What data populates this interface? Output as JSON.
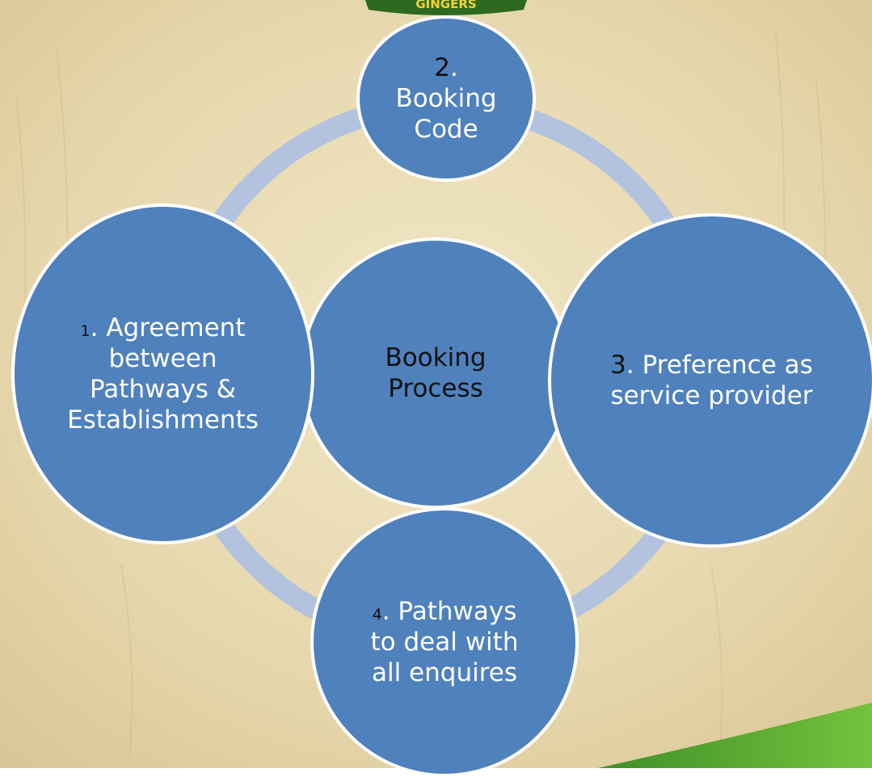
{
  "colors": {
    "background": "#e9dcb4",
    "ring": "#b3c3df",
    "node_fill": "#4f81bd",
    "node_border": "#ffffff",
    "accent_green": "#58b030"
  },
  "logo": {
    "text": "GINGERS"
  },
  "diagram": {
    "center": {
      "line1": "Booking",
      "line2": "Process"
    },
    "top": {
      "number": "2",
      "line1": "Booking",
      "line2": "Code"
    },
    "left": {
      "number": "1",
      "line1": "Agreement",
      "line2": "between",
      "line3": "Pathways &",
      "line4": "Establishments"
    },
    "right": {
      "number": "3",
      "line1": "Preference as",
      "line2": "service provider"
    },
    "bottom": {
      "number": "4",
      "line1": "Pathways",
      "line2": "to deal with",
      "line3": "all enquires"
    }
  }
}
